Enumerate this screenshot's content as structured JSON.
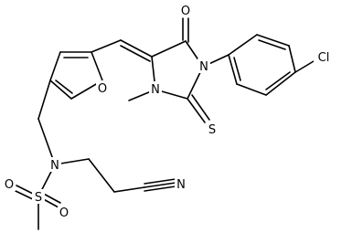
{
  "molecule": {
    "atoms": {
      "O_carbonyl": "O",
      "Cl": "Cl",
      "N_aryl": "N",
      "O_furan": "O",
      "N_methyl": "N",
      "S_thione": "S",
      "N_sulfonamide": "N",
      "N_nitrile": "N",
      "S_sulfonyl": "S",
      "O_sulfonyl_1": "O",
      "O_sulfonyl_2": "O"
    }
  },
  "colors": {
    "bond": "#000000",
    "text": "#000000",
    "background": "#ffffff"
  }
}
